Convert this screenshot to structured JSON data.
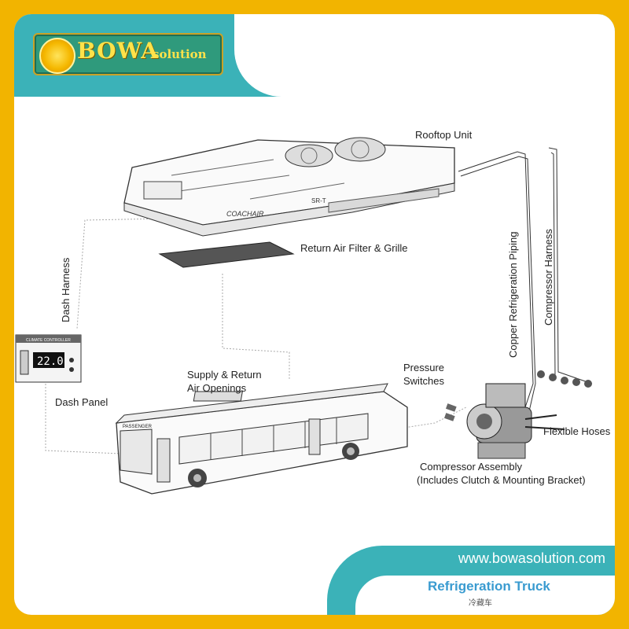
{
  "brand": {
    "name": "BOWA",
    "suffix": "solution"
  },
  "website": "www.bowasolution.com",
  "title_en": "Refrigeration Truck",
  "title_cn": "冷藏车",
  "labels": {
    "rooftop_unit": "Rooftop Unit",
    "return_air": "Return Air Filter & Grille",
    "dash_harness": "Dash Harness",
    "copper_piping": "Copper Refrigeration Piping",
    "compressor_harness": "Compressor Harness",
    "dash_panel": "Dash Panel",
    "supply_return_1": "Supply & Return",
    "supply_return_2": "Air Openings",
    "pressure_1": "Pressure",
    "pressure_2": "Switches",
    "flexible_hoses": "Flexible Hoses",
    "compressor_1": "Compressor Assembly",
    "compressor_2": "(Includes Clutch & Mounting Bracket)"
  },
  "unit_text": {
    "brand": "COACHAIR",
    "model": "SR-T"
  },
  "panel_text": {
    "heading": "CLIMATE CONTROLLER",
    "display": "22.0"
  },
  "bus_sign": "PASSENGER",
  "colors": {
    "frame": "#f2b400",
    "teal": "#3bb2b8",
    "title": "#3a9bd0"
  }
}
